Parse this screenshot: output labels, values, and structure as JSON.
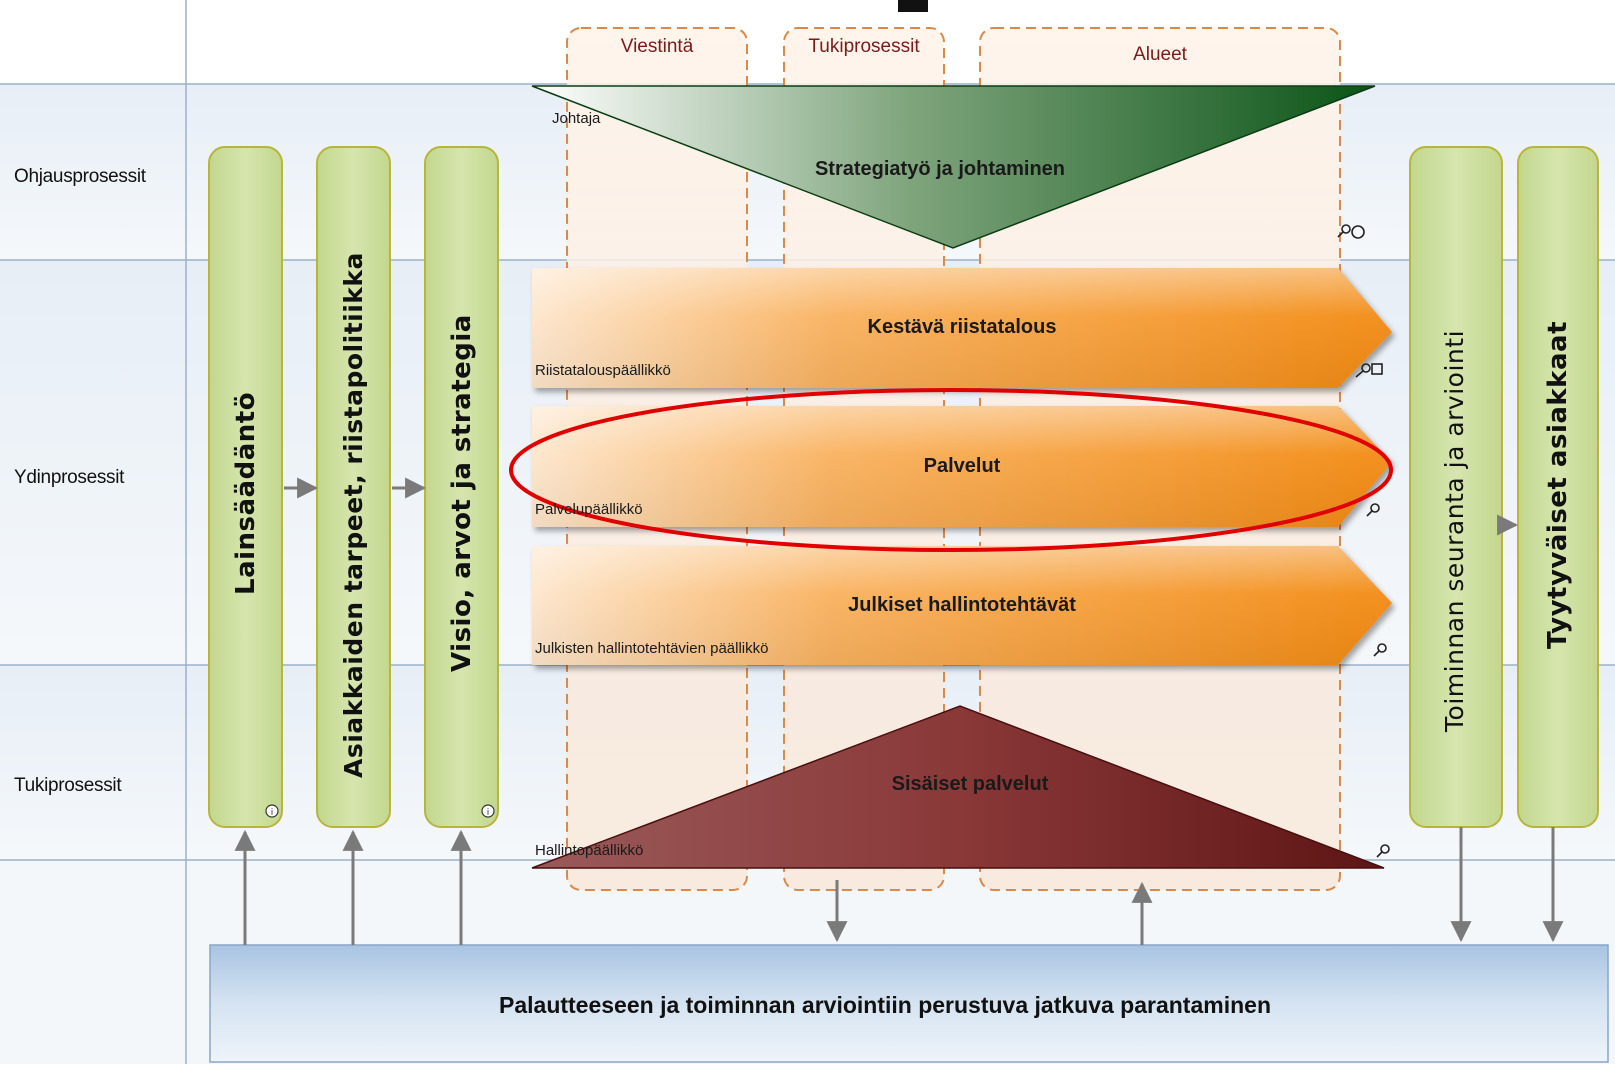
{
  "lanes": {
    "ohjaus": "Ohjausprosessit",
    "ydin": "Ydinprosessit",
    "tuki": "Tukiprosessit"
  },
  "columns": {
    "viestinta": "Viestintä",
    "tukiprosessit": "Tukiprosessit",
    "alueet": "Alueet"
  },
  "pillars": {
    "lainsaadanto": "Lainsäädäntö",
    "asiakkaiden": "Asiakkaiden tarpeet, riistapolitiikka",
    "visio": "Visio, arvot ja strategia",
    "toiminnan": "Toiminnan seuranta ja arviointi",
    "tyytyvaiset": "Tyytyväiset asiakkaat"
  },
  "strategy": {
    "role": "Johtaja",
    "title": "Strategiatyö ja johtaminen"
  },
  "core": [
    {
      "title": "Kestävä riistatalous",
      "role": "Riistatalouspäällikkö"
    },
    {
      "title": "Palvelut",
      "role": "Palvelupäällikkö"
    },
    {
      "title": "Julkiset hallintotehtävät",
      "role": "Julkisten hallintotehtävien päällikkö"
    }
  ],
  "support": {
    "title": "Sisäiset palvelut",
    "role": "Hallintopäällikkö"
  },
  "footer": "Palautteeseen ja toiminnan arviointiin perustuva jatkuva parantaminen",
  "colors": {
    "pillar_fill": "#c9dc9a",
    "pillar_stroke": "#b5b22e",
    "core_orange": "#f48a12",
    "strategy_green": "#0e5a1e",
    "support_red": "#6e1f1f",
    "highlight": "#e00000"
  }
}
